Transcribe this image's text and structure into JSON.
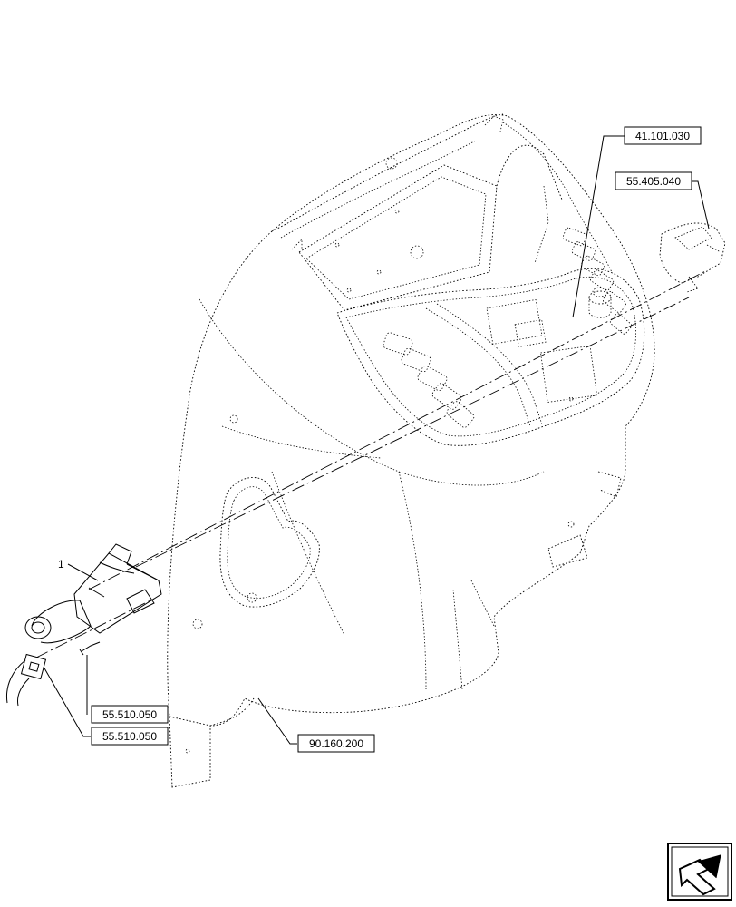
{
  "references": {
    "ref_41101030": "41.101.030",
    "ref_55405040": "55.405.040",
    "ref_55510050_a": "55.510.050",
    "ref_55510050_b": "55.510.050",
    "ref_90160200": "90.160.200"
  },
  "item_number": "1",
  "icons": {
    "nav": "navigation-arrow-icon"
  },
  "colors": {
    "line": "#000000",
    "background": "#ffffff"
  }
}
